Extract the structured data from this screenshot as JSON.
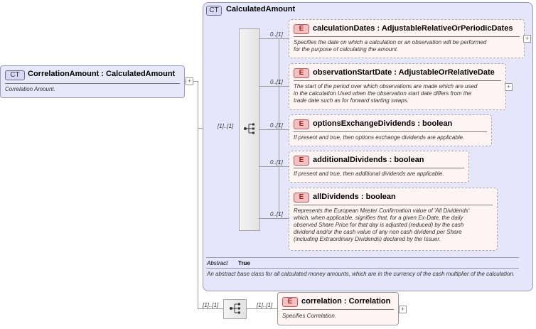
{
  "colors": {
    "ct_fill": "#e6e6fa",
    "element_fill": "#fff4f4",
    "badge_e": "#f4c0c0"
  },
  "root": {
    "badge": "CT",
    "name": "CorrelationAmount",
    "type": "CalculatedAmount",
    "sep": ":",
    "desc": "Correlation Amount."
  },
  "base": {
    "badge": "CT",
    "title": "CalculatedAmount",
    "abstract_label": "Abstract",
    "abstract_value": "True",
    "desc": "An abstract base class for all calculated money amounts, which are in the currency of the cash multiplier of the calculation.",
    "seq_cardinality": "[1]..[1]"
  },
  "elements": [
    {
      "badge": "E",
      "name": "calculationDates",
      "type": "AdjustableRelativeOrPeriodicDates",
      "card": "0..[1]",
      "desc": [
        "Specifies the date on which a calculation or an observation will be performed",
        "for the purpose of calculating the amount."
      ]
    },
    {
      "badge": "E",
      "name": "observationStartDate",
      "type": "AdjustableOrRelativeDate",
      "card": "0..[1]",
      "desc": [
        "The start of the period over which observations are made which are used",
        "in the calculation Used when the observation start date differs from the",
        "trade date such as for forward starting swaps."
      ]
    },
    {
      "badge": "E",
      "name": "optionsExchangeDividends",
      "type": "boolean",
      "card": "0..[1]",
      "desc": [
        "If present and true, then options exchange dividends are applicable."
      ]
    },
    {
      "badge": "E",
      "name": "additionalDividends",
      "type": "boolean",
      "card": "0..[1]",
      "desc": [
        "If present and true, then additional dividends are applicable."
      ]
    },
    {
      "badge": "E",
      "name": "allDividends",
      "type": "boolean",
      "card": "0..[1]",
      "desc": [
        "Represents the European Master Confirmation value of 'All Dividends'",
        "which, when applicable, signifies that, for a given Ex-Date, the daily",
        "observed Share Price for that day is adjusted (reduced) by the cash",
        "dividend and/or the cash value of any non cash dividend per Share",
        "(including Extraordinary Dividends) declared by the Issuer."
      ]
    }
  ],
  "outer_seq_cardinality": "[1]..[1]",
  "correlation": {
    "badge": "E",
    "name": "correlation",
    "type": "Correlation",
    "card": "[1]..[1]",
    "desc": "Specifies Correlation."
  }
}
